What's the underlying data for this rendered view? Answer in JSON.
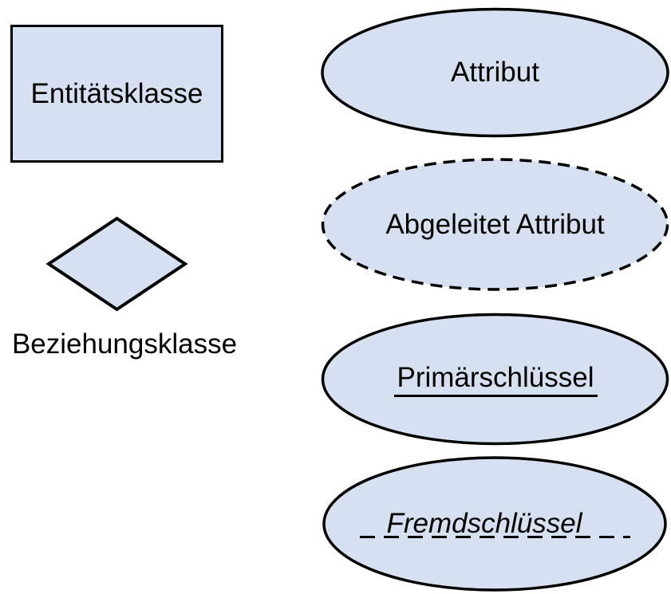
{
  "diagram": {
    "title": "ER notation legend",
    "language": "de",
    "colors": {
      "shape_fill": "#d7e0f1",
      "shape_stroke": "#000000",
      "text": "#000000",
      "background": "#ffffff"
    },
    "legend": {
      "entity": {
        "label": "Entitätsklasse",
        "shape": "rectangle",
        "border_style": "solid",
        "text_style": "plain"
      },
      "relationship": {
        "label": "Beziehungsklasse",
        "shape": "diamond",
        "border_style": "solid",
        "text_style": "plain",
        "label_position": "below-shape"
      },
      "attribute": {
        "label": "Attribut",
        "shape": "ellipse",
        "border_style": "solid",
        "text_style": "plain"
      },
      "derived_attribute": {
        "label": "Abgeleitet Attribut",
        "shape": "ellipse",
        "border_style": "dashed",
        "text_style": "plain"
      },
      "primary_key": {
        "label": "Primärschlüssel",
        "shape": "ellipse",
        "border_style": "solid",
        "text_style": "underline-solid"
      },
      "foreign_key": {
        "label": "Fremdschlüssel",
        "shape": "ellipse",
        "border_style": "solid",
        "text_style": "italic-underline-dashed"
      }
    }
  }
}
